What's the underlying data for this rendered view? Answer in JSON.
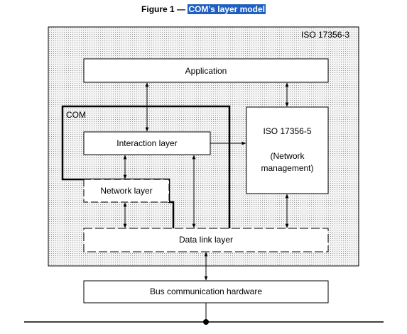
{
  "caption": {
    "prefix": "Figure 1 — ",
    "highlighted": "COM’s layer model"
  },
  "diagram": {
    "outer_label": "ISO 17356-3",
    "com_label": "COM",
    "application": "Application",
    "interaction_layer": "Interaction layer",
    "network_layer": "Network layer",
    "data_link_layer": "Data link layer",
    "network_mgmt": {
      "line1": "ISO 17356-5",
      "line2": "(Network",
      "line3": "management)"
    },
    "bus_hardware": "Bus communication hardware"
  },
  "colors": {
    "highlight": "#1f5fbf",
    "dots": "#9a9a9a"
  }
}
